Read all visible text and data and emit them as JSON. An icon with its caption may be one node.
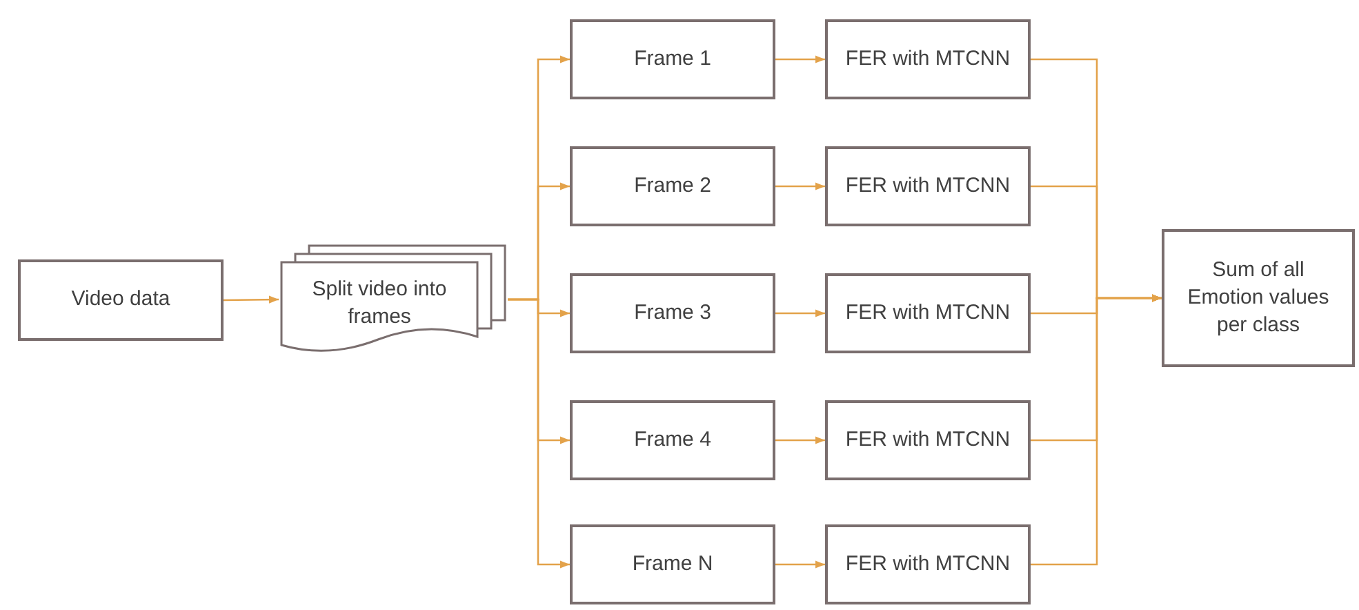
{
  "diagram": {
    "nodes": [
      {
        "text": [
          "Video data"
        ]
      },
      {
        "text": [
          "Split video into frames"
        ]
      },
      {
        "text": [
          "Frame 1"
        ]
      },
      {
        "text": [
          "Frame 2"
        ]
      },
      {
        "text": [
          "Frame 3"
        ]
      },
      {
        "text": [
          "Frame 4"
        ]
      },
      {
        "text": [
          "Frame N"
        ]
      },
      {
        "text": [
          "FER with MTCNN"
        ]
      },
      {
        "text": [
          "FER with MTCNN"
        ]
      },
      {
        "text": [
          "FER with MTCNN"
        ]
      },
      {
        "text": [
          "FER with MTCNN"
        ]
      },
      {
        "text": [
          "FER with MTCNN"
        ]
      },
      {
        "text": [
          "Sum of all Emotion values per class"
        ]
      }
    ],
    "edges": [
      {
        "from": 0,
        "to": 1,
        "arrow": "to"
      },
      {
        "from": 1,
        "to": 2,
        "arrow": "to"
      },
      {
        "from": 1,
        "to": 3,
        "arrow": "to"
      },
      {
        "from": 1,
        "to": 4,
        "arrow": "to"
      },
      {
        "from": 1,
        "to": 5,
        "arrow": "to"
      },
      {
        "from": 1,
        "to": 6,
        "arrow": "to"
      },
      {
        "from": 2,
        "to": 7,
        "arrow": "to"
      },
      {
        "from": 3,
        "to": 8,
        "arrow": "to"
      },
      {
        "from": 4,
        "to": 9,
        "arrow": "to"
      },
      {
        "from": 5,
        "to": 10,
        "arrow": "to"
      },
      {
        "from": 6,
        "to": 11,
        "arrow": "to"
      },
      {
        "from": 7,
        "to": 12,
        "arrow": "to"
      },
      {
        "from": 8,
        "to": 12,
        "arrow": "to"
      },
      {
        "from": 9,
        "to": 12,
        "arrow": "to"
      },
      {
        "from": 10,
        "to": 12,
        "arrow": "to"
      },
      {
        "from": 11,
        "to": 12,
        "arrow": "to"
      }
    ]
  }
}
